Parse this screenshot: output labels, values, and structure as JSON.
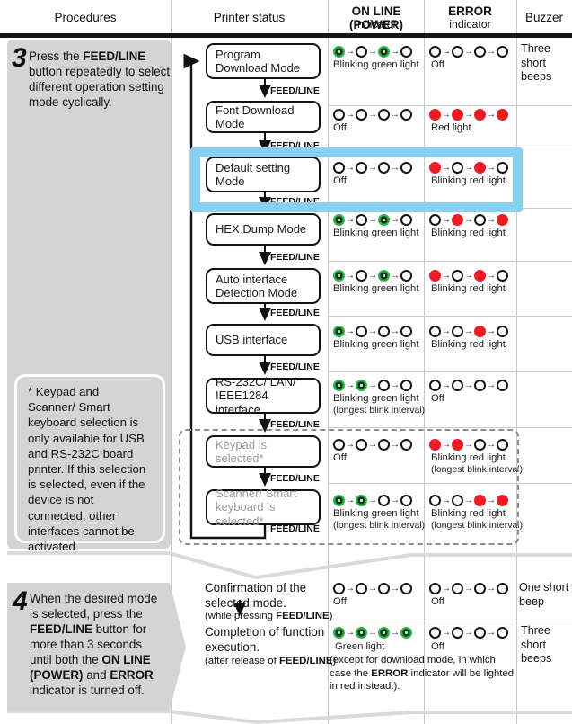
{
  "header": {
    "procedures": "Procedures",
    "printer_status": "Printer status",
    "online_line1": "ON LINE (POWER)",
    "online_line2": "indicator",
    "error_line1": "ERROR",
    "error_line2": "indicator",
    "buzzer": "Buzzer"
  },
  "step3": {
    "number": "3",
    "text": [
      {
        "t": "Press the  ",
        "b": false
      },
      {
        "t": "FEED/LINE",
        "b": true
      },
      {
        "t": " button repeatedly to select different operation setting mode cyclically.",
        "b": false
      }
    ]
  },
  "side_note": {
    "lines": [
      "* Keypad and",
      "Scanner/ Smart",
      "keyboard selection is",
      "only available for USB",
      "and RS-232C board",
      "printer. If this selection",
      "is selected, even if the",
      "device is not",
      "connected, other",
      "interfaces cannot be",
      "activated."
    ]
  },
  "step4": {
    "number": "4",
    "text": [
      {
        "t": "When the desired mode is selected, press the ",
        "b": false
      },
      {
        "t": "FEED/LINE",
        "b": true
      },
      {
        "t": " button for more than 3 seconds until both the  ",
        "b": false
      },
      {
        "t": "ON LINE (POWER)",
        "b": true
      },
      {
        "t": " and ",
        "b": false
      },
      {
        "t": "ERROR",
        "b": true
      },
      {
        "t": " indicator is turned off.",
        "b": false
      }
    ]
  },
  "flow": {
    "feed_line_label": "FEED/LINE",
    "modes": [
      {
        "label": "Program Download Mode"
      },
      {
        "label": "Font Download Mode"
      },
      {
        "label": "Default setting Mode"
      },
      {
        "label": "HEX Dump Mode"
      },
      {
        "label": "Auto interface Detection Mode"
      },
      {
        "label": "USB interface"
      },
      {
        "label": "RS-232C/ LAN/ IEEE1284 interface"
      },
      {
        "label": "Keypad is selected*"
      },
      {
        "label": "Scanner/ Smart keyboard is selected*"
      }
    ]
  },
  "lights_arrow": "→",
  "lights_legend": {
    "G": "blinking-green-light",
    "R": "red-light",
    "O": "off-light"
  },
  "rows": [
    {
      "online": {
        "pattern": "GOGO",
        "caption": "Blinking green light"
      },
      "error": {
        "pattern": "OOOO",
        "caption": "Off"
      },
      "buzzer": "Three short beeps"
    },
    {
      "online": {
        "pattern": "OOOO",
        "caption": "Off"
      },
      "error": {
        "pattern": "RRRR",
        "caption": "Red light"
      }
    },
    {
      "online": {
        "pattern": "OOOO",
        "caption": "Off"
      },
      "error": {
        "pattern": "RORO",
        "caption": "Blinking red light"
      },
      "highlighted": true
    },
    {
      "online": {
        "pattern": "GOGO",
        "caption": "Blinking green light"
      },
      "error": {
        "pattern": "OROR",
        "caption": "Blinking red light"
      }
    },
    {
      "online": {
        "pattern": "GOGO",
        "caption": "Blinking green light"
      },
      "error": {
        "pattern": "RORO",
        "caption": "Blinking red light"
      }
    },
    {
      "online": {
        "pattern": "GOOO",
        "caption": "Blinking green light"
      },
      "error": {
        "pattern": "OORO",
        "caption": "Blinking red light"
      }
    },
    {
      "online": {
        "pattern": "GGOO",
        "caption": "Blinking green light",
        "caption2": "(longest blink interval)"
      },
      "error": {
        "pattern": "OOOO",
        "caption": "Off"
      }
    },
    {
      "online": {
        "pattern": "OOOO",
        "caption": "Off"
      },
      "error": {
        "pattern": "RROO",
        "caption": "Blinking red light",
        "caption2": "(longest blink interval)"
      }
    },
    {
      "online": {
        "pattern": "GGOO",
        "caption": "Blinking green light",
        "caption2": "(longest blink interval)"
      },
      "error": {
        "pattern": "OORR",
        "caption": "Blinking red light",
        "caption2": "(longest blink interval)"
      }
    }
  ],
  "final_rows": [
    {
      "online": {
        "pattern": "OOOO",
        "caption": "Off"
      },
      "error": {
        "pattern": "OOOO",
        "caption": "Off"
      },
      "buzzer": "One short beep"
    },
    {
      "online": {
        "pattern": "GGGG",
        "caption": "Green light"
      },
      "error": {
        "pattern": "OOOO",
        "caption": "Off"
      },
      "buzzer": "Three short beeps",
      "note": [
        {
          "t": "(except for download mode, in which case the ",
          "b": false
        },
        {
          "t": "ERROR",
          "b": true
        },
        {
          "t": " indicator will be lighted in red instead.).",
          "b": false
        }
      ]
    }
  ],
  "bottom_status": {
    "confirmation_lines": [
      "Confirmation of the",
      "selected mode."
    ],
    "while_pressing": [
      {
        "t": "(while pressing ",
        "b": false
      },
      {
        "t": "FEED/LINE",
        "b": true
      },
      {
        "t": ")",
        "b": false
      }
    ],
    "completion_lines": [
      "Completion of function",
      "execution."
    ],
    "after_release": [
      {
        "t": "(after release of ",
        "b": false
      },
      {
        "t": "FEED/LINE",
        "b": true
      },
      {
        "t": ")",
        "b": false
      }
    ]
  },
  "colors": {
    "highlight_blue": "#87d0f2",
    "green_light": "#2fb14c",
    "red_light": "#ed1c24",
    "procedure_panel_gray": "#d4d4d4"
  }
}
